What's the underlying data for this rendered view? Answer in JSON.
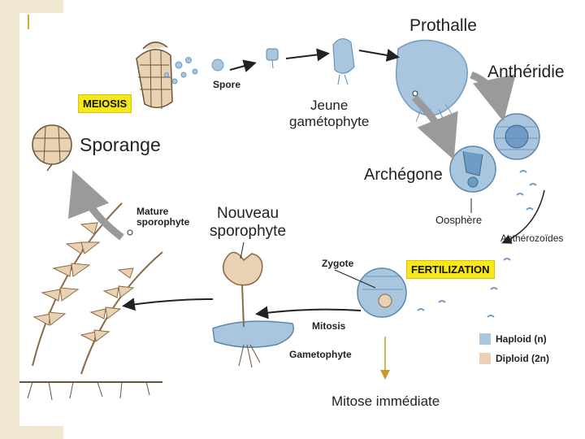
{
  "labels": {
    "prothalle": "Prothalle",
    "antheridie": "Anthéridie",
    "spore": "Spore",
    "meiosis": "MEIOSIS",
    "jeune_gametophyte": "Jeune\ngamétophyte",
    "sporange": "Sporange",
    "archegone": "Archégone",
    "oosphere": "Oosphère",
    "antherozoides": "Anthérozoïdes",
    "mature_sporophyte": "Mature\nsporophyte",
    "nouveau_sporophyte": "Nouveau\nsporophyte",
    "zygote": "Zygote",
    "fertilization": "FERTILIZATION",
    "mitosis": "Mitosis",
    "gametophyte": "Gametophyte",
    "mitose_immediate": "Mitose immédiate"
  },
  "legend": [
    {
      "label": "Haploid (n)",
      "color": "#a9c6de"
    },
    {
      "label": "Diploid (2n)",
      "color": "#e8d2b3"
    }
  ],
  "colors": {
    "haploid": "#a9c6de",
    "haploid_dark": "#6f9cc4",
    "diploid": "#e8d2b3",
    "diploid_dark": "#b79a74",
    "highlight": "#f6e81a",
    "arrow": "#222222",
    "grey_arrow": "#9a9a9a",
    "mitose_arrow": "#c79a2a"
  }
}
